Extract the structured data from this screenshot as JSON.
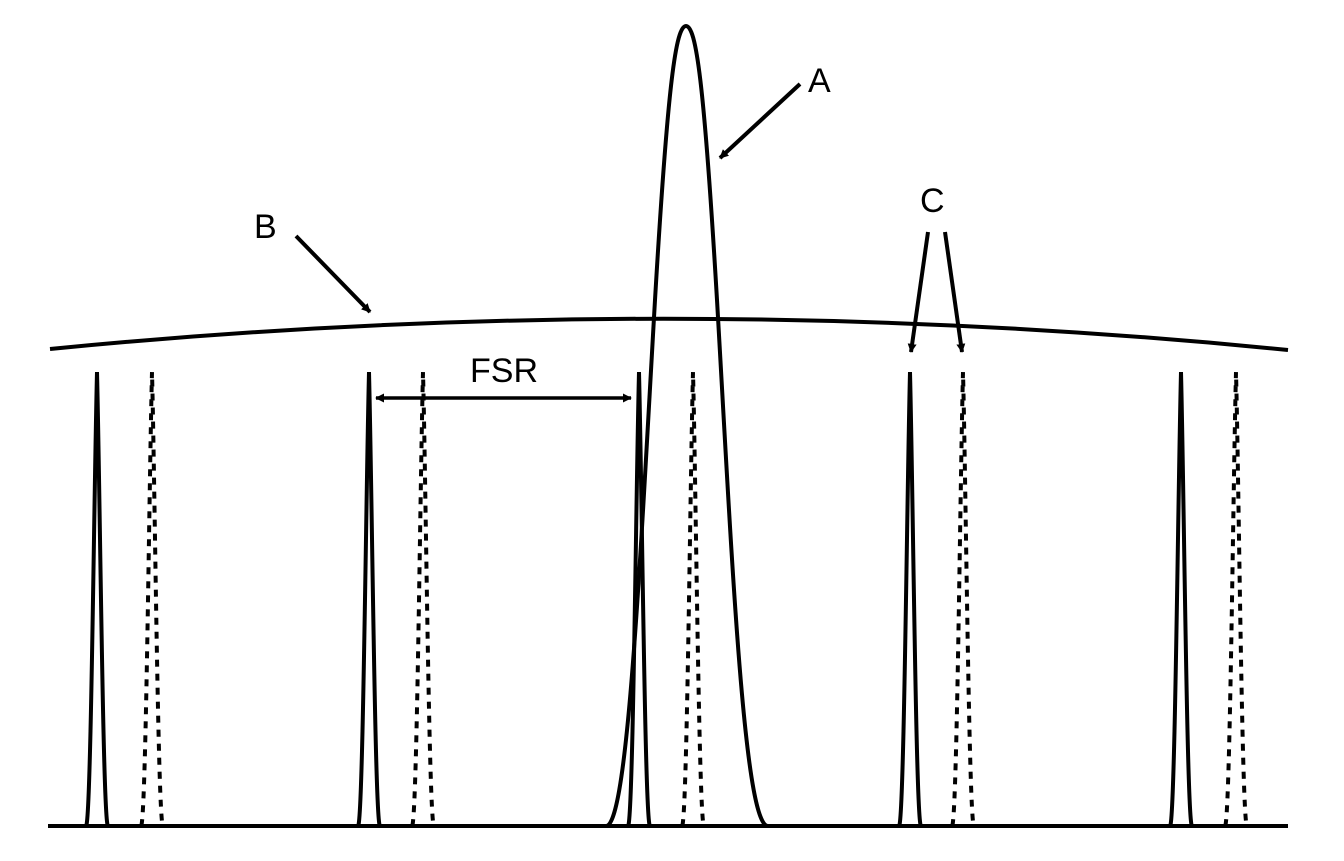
{
  "diagram": {
    "labels": {
      "a": "A",
      "b": "B",
      "c": "C",
      "fsr": "FSR"
    },
    "colors": {
      "ink": "#000000",
      "background": "#ffffff"
    }
  }
}
